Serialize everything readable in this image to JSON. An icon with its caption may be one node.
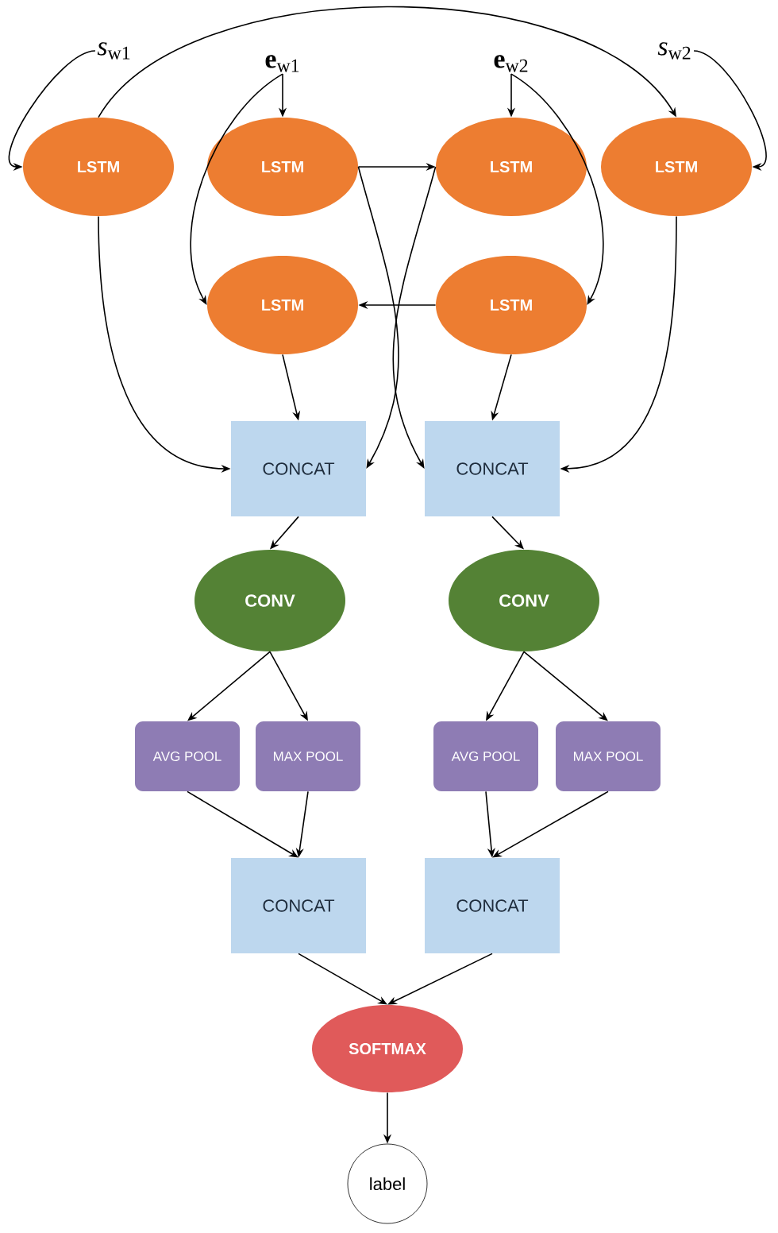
{
  "diagram": {
    "nodes": [
      {
        "text": [
          "*s*$_{w1}$"
        ]
      },
      {
        "text": [
          "**e**$_{w1}$"
        ]
      },
      {
        "text": [
          "**e**$_{w2}$"
        ]
      },
      {
        "text": [
          "*s*$_{w2}$"
        ]
      },
      {
        "text": [
          "LSTM"
        ]
      },
      {
        "text": [
          "LSTM"
        ]
      },
      {
        "text": [
          "LSTM"
        ]
      },
      {
        "text": [
          "LSTM"
        ]
      },
      {
        "text": [
          "LSTM"
        ]
      },
      {
        "text": [
          "LSTM"
        ]
      },
      {
        "text": [
          "CONCAT"
        ]
      },
      {
        "text": [
          "CONCAT"
        ]
      },
      {
        "text": [
          "CONV"
        ]
      },
      {
        "text": [
          "CONV"
        ]
      },
      {
        "text": [
          "AVG POOL"
        ]
      },
      {
        "text": [
          "MAX POOL"
        ]
      },
      {
        "text": [
          "AVG POOL"
        ]
      },
      {
        "text": [
          "MAX POOL"
        ]
      },
      {
        "text": [
          "CONCAT"
        ]
      },
      {
        "text": [
          "CONCAT"
        ]
      },
      {
        "text": [
          "SOFTMAX"
        ]
      },
      {
        "text": [
          "label"
        ]
      }
    ],
    "edges": [
      {
        "from": 0,
        "to": 4,
        "arrow": "to"
      },
      {
        "from": 4,
        "to": 7,
        "arrow": "to"
      },
      {
        "from": 1,
        "to": 5,
        "arrow": "to"
      },
      {
        "from": 1,
        "to": 8,
        "arrow": "to"
      },
      {
        "from": 2,
        "to": 6,
        "arrow": "to"
      },
      {
        "from": 2,
        "to": 9,
        "arrow": "to"
      },
      {
        "from": 3,
        "to": 7,
        "arrow": "to"
      },
      {
        "from": 5,
        "to": 6,
        "arrow": "to"
      },
      {
        "from": 9,
        "to": 8,
        "arrow": "to"
      },
      {
        "from": 4,
        "to": 10,
        "arrow": "to"
      },
      {
        "from": 8,
        "to": 10,
        "arrow": "to"
      },
      {
        "from": 5,
        "to": 10,
        "arrow": "to"
      },
      {
        "from": 6,
        "to": 11,
        "arrow": "to"
      },
      {
        "from": 9,
        "to": 11,
        "arrow": "to"
      },
      {
        "from": 7,
        "to": 11,
        "arrow": "to"
      },
      {
        "from": 10,
        "to": 12,
        "arrow": "to"
      },
      {
        "from": 11,
        "to": 13,
        "arrow": "to"
      },
      {
        "from": 12,
        "to": 14,
        "arrow": "to"
      },
      {
        "from": 12,
        "to": 15,
        "arrow": "to"
      },
      {
        "from": 13,
        "to": 16,
        "arrow": "to"
      },
      {
        "from": 13,
        "to": 17,
        "arrow": "to"
      },
      {
        "from": 14,
        "to": 18,
        "arrow": "to"
      },
      {
        "from": 15,
        "to": 18,
        "arrow": "to"
      },
      {
        "from": 16,
        "to": 19,
        "arrow": "to"
      },
      {
        "from": 17,
        "to": 19,
        "arrow": "to"
      },
      {
        "from": 18,
        "to": 20,
        "arrow": "to"
      },
      {
        "from": 19,
        "to": 20,
        "arrow": "to"
      },
      {
        "from": 20,
        "to": 21,
        "arrow": "to"
      }
    ]
  }
}
